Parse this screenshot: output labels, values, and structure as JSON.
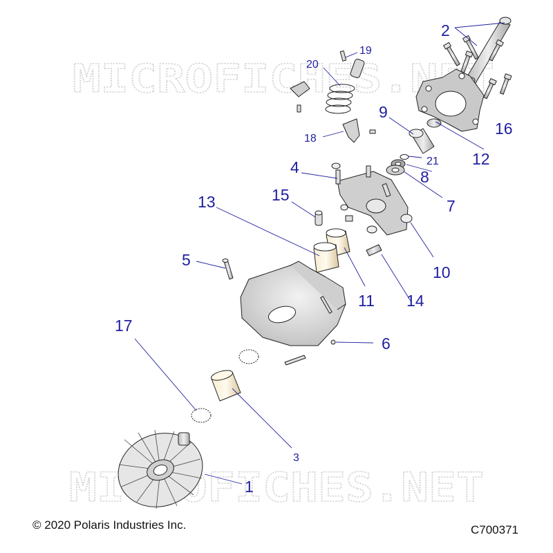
{
  "watermark": "MICROFICHES.NET",
  "copyright": "© 2020 Polaris Industries Inc.",
  "figure_code": "C700371",
  "callouts": [
    "1",
    "2",
    "3",
    "4",
    "5",
    "6",
    "7",
    "8",
    "9",
    "10",
    "11",
    "12",
    "13",
    "14",
    "15",
    "16",
    "17",
    "18",
    "19",
    "20",
    "21"
  ],
  "colors": {
    "callout": "#1f1fa0",
    "outline": "#222222",
    "part_fill": "#d2d2d2",
    "bushing": "#f2e7c4"
  }
}
